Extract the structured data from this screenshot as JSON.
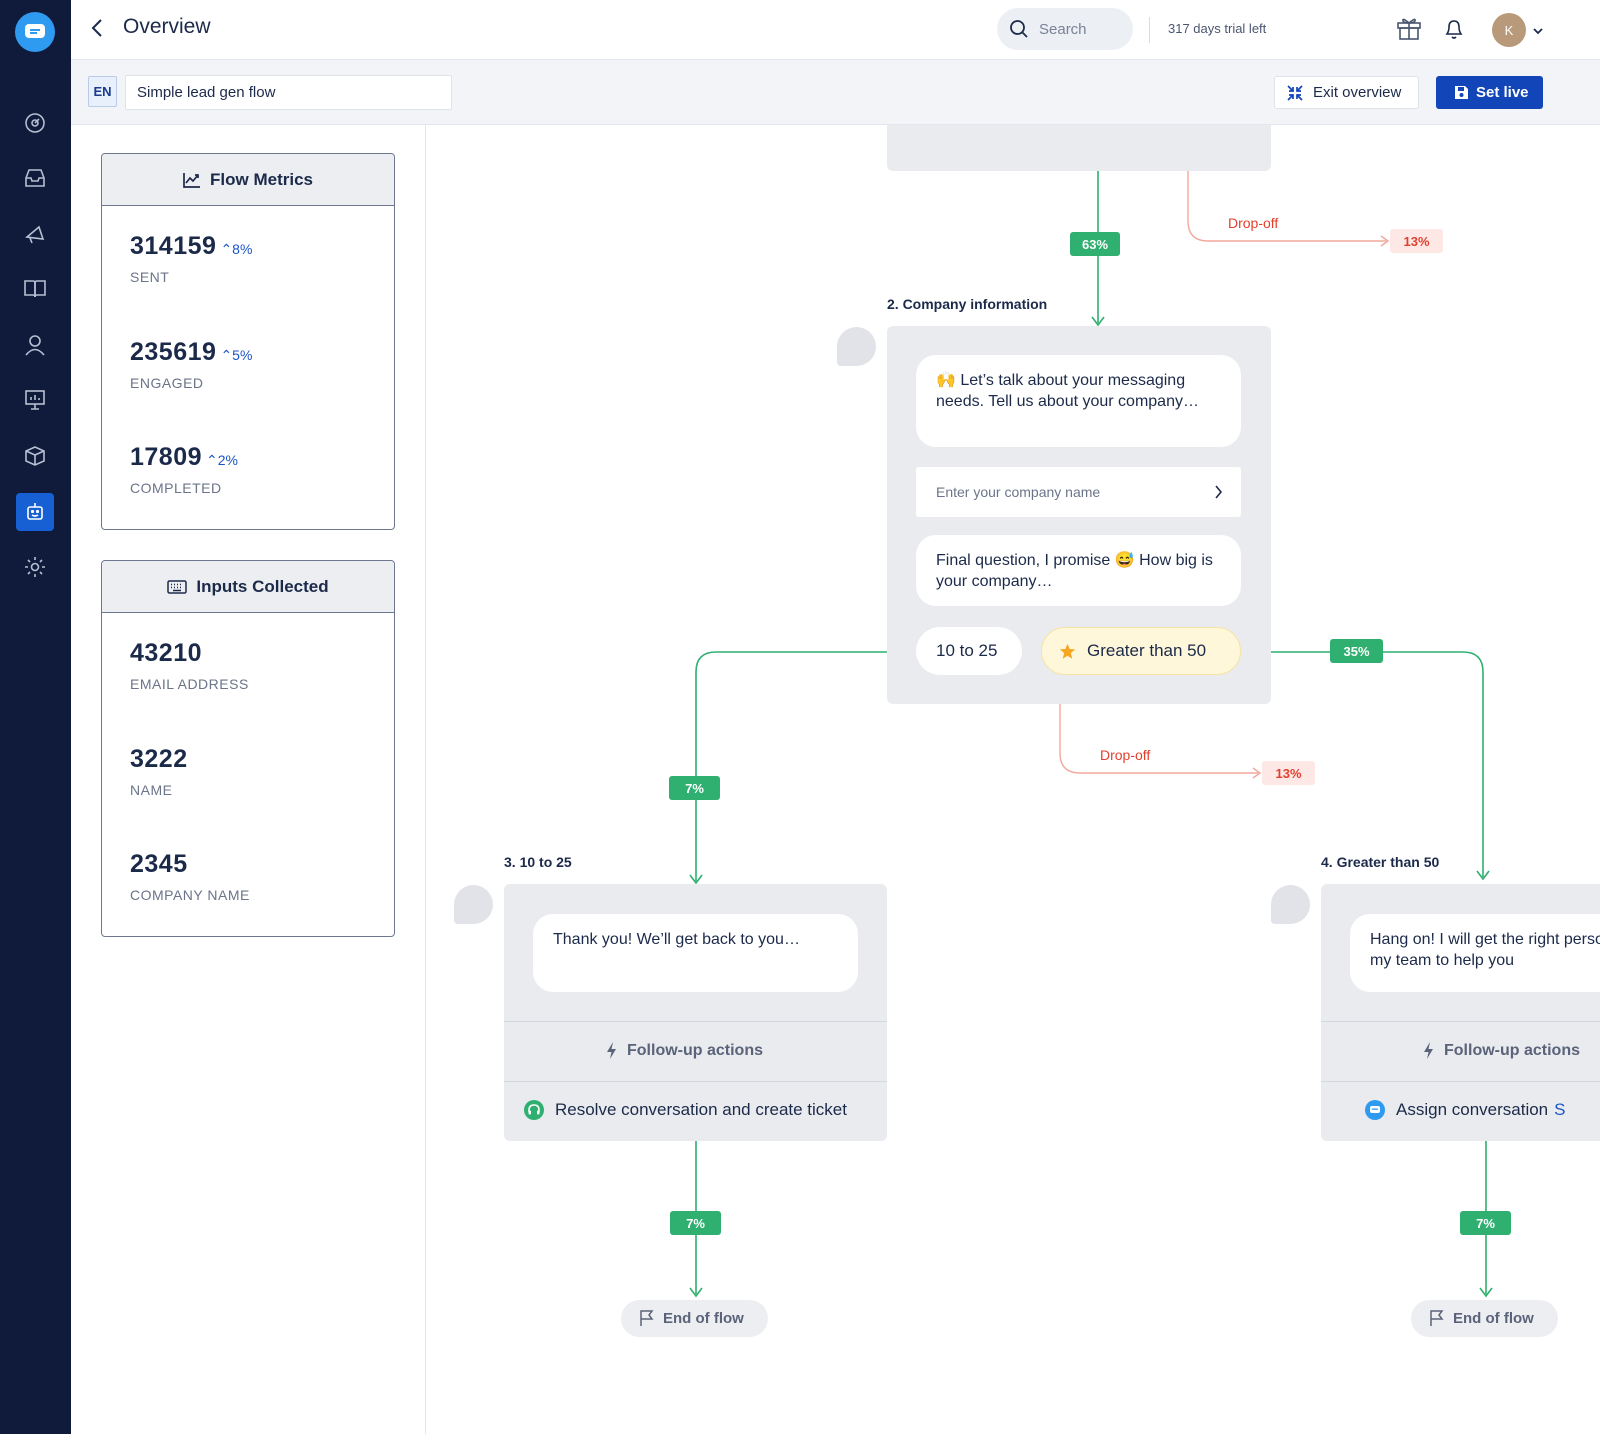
{
  "header": {
    "title": "Overview",
    "search_placeholder": "Search",
    "trial": "317 days trial left",
    "avatar_initial": "K"
  },
  "subheader": {
    "lang": "EN",
    "flow_name": "Simple lead gen flow",
    "exit_label": "Exit overview",
    "live_label": "Set live"
  },
  "flow_metrics": {
    "title": "Flow Metrics",
    "items": [
      {
        "value": "314159",
        "delta": "8%",
        "label": "SENT"
      },
      {
        "value": "235619",
        "delta": "5%",
        "label": "ENGAGED"
      },
      {
        "value": "17809",
        "delta": "2%",
        "label": "COMPLETED"
      }
    ]
  },
  "inputs_collected": {
    "title": "Inputs Collected",
    "items": [
      {
        "value": "43210",
        "label": "EMAIL ADDRESS"
      },
      {
        "value": "3222",
        "label": "NAME"
      },
      {
        "value": "2345",
        "label": "COMPANY NAME"
      }
    ]
  },
  "canvas": {
    "top_pill": "63%",
    "top_dropoff": "Drop-off",
    "top_dropoff_pct": "13%",
    "step2": {
      "title": "2. Company information",
      "message1": "🙌 Let’s talk about your messaging needs. Tell us about your company…",
      "input_placeholder": "Enter your company name",
      "message2": "Final question, I promise 😅 How big is your company…",
      "option1": "10 to 25",
      "option2": "Greater than 50",
      "right_pill": "35%",
      "left_pill": "7%",
      "dropoff": "Drop-off",
      "dropoff_pct": "13%"
    },
    "step3": {
      "title": "3. 10 to 25",
      "message": "Thank you! We’ll get back to you…",
      "follow_up": "Follow-up actions",
      "action": "Resolve conversation and create ticket",
      "pill": "7%",
      "end": "End of flow"
    },
    "step4": {
      "title": "4. Greater than 50",
      "message": "Hang on! I will get the right person from my team to help you",
      "follow_up": "Follow-up actions",
      "action": "Assign conversation",
      "action_suffix": "S",
      "pill": "7%",
      "end": "End of flow"
    }
  },
  "colors": {
    "rail": "#101b3b",
    "accent": "#1245b8",
    "green": "#2fb070",
    "red": "#e2402e"
  }
}
